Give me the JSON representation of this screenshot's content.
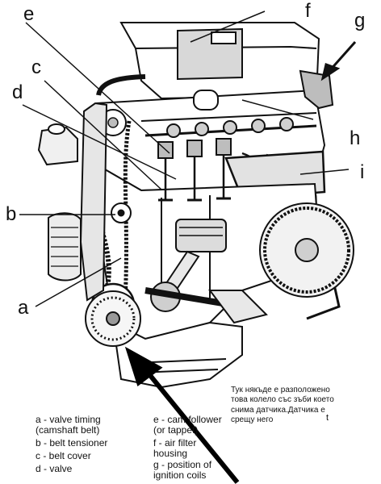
{
  "callouts": {
    "a": "a",
    "b": "b",
    "c": "c",
    "d": "d",
    "e": "e",
    "f": "f",
    "g": "g",
    "h": "h",
    "i": "i"
  },
  "legend_left": [
    "a - valve timing\n(camshaft belt)",
    "b - belt tensioner",
    "c - belt cover",
    "d - valve"
  ],
  "legend_right": [
    "e - cam follower\n(or tappet)",
    "f - air filter\nhousing",
    "g - position of\nignition coils"
  ],
  "note": {
    "text": "Тук някъде е разположено това колело със зъби което снима датчика.Датчика е срещу него",
    "stray_char": "t"
  },
  "colors": {
    "ink": "#111111",
    "paper": "#ffffff",
    "shade": "#9a9a9a"
  }
}
